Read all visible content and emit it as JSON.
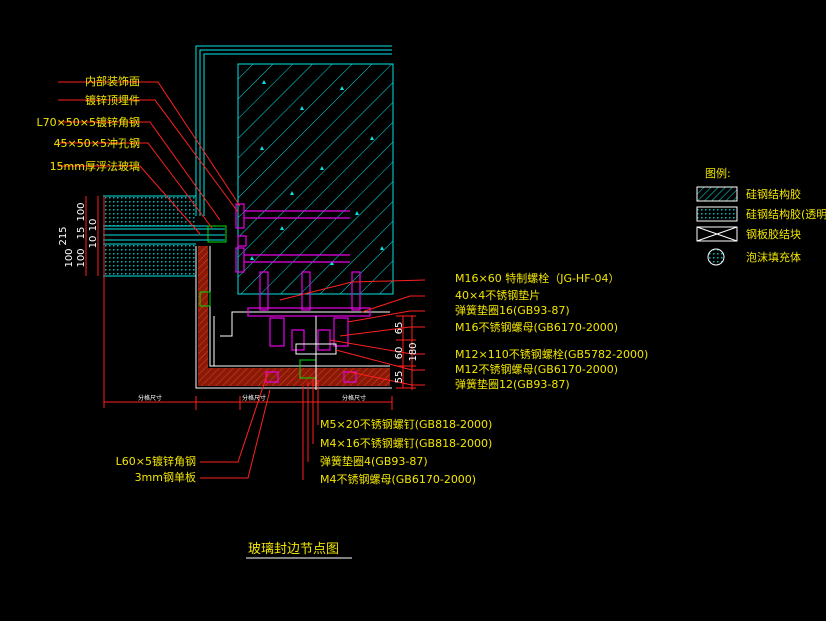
{
  "title": "玻璃封边节点图",
  "left_callouts": [
    "内部装饰面",
    "镀锌顶埋件",
    "L70×50×5镀锌角钢",
    "45×50×5冲孔钢",
    "15mm厚浮法玻璃"
  ],
  "right_callouts": [
    "M16×60 特制螺栓（JG-HF-04）",
    "40×4不锈钢垫片",
    "弹簧垫圈16(GB93-87)",
    "M16不锈钢螺母(GB6170-2000)",
    "M12×110不锈钢螺栓(GB5782-2000)",
    "M12不锈钢螺母(GB6170-2000)",
    "弹簧垫圈12(GB93-87)"
  ],
  "bottom_callouts": [
    "M5×20不锈钢螺钉(GB818-2000)",
    "M4×16不锈钢螺钉(GB818-2000)",
    "弹簧垫圈4(GB93-87)",
    "M4不锈钢螺母(GB6170-2000)"
  ],
  "bottom_left_callouts": [
    "L60×5镀锌角钢",
    "3mm钢单板"
  ],
  "legend": {
    "title": "图例:",
    "items": [
      "硅钢结构胶",
      "硅钢结构胶(透明)",
      "钢板胶结块",
      "泡沫填充体"
    ]
  },
  "dims_left": [
    "215",
    "100",
    "15",
    "100",
    "10",
    "10",
    "100"
  ],
  "dims_right": [
    "65",
    "60",
    "55",
    "180"
  ],
  "dims_bottom": [
    "分格尺寸",
    "分格尺寸",
    "分格尺寸"
  ],
  "colors": {
    "cyan": "#00e5e5",
    "red": "#ff2020",
    "yellow": "#f2e600",
    "magenta": "#e800e8",
    "green": "#00e000",
    "white": "#ffffff",
    "brown": "#b02010"
  }
}
